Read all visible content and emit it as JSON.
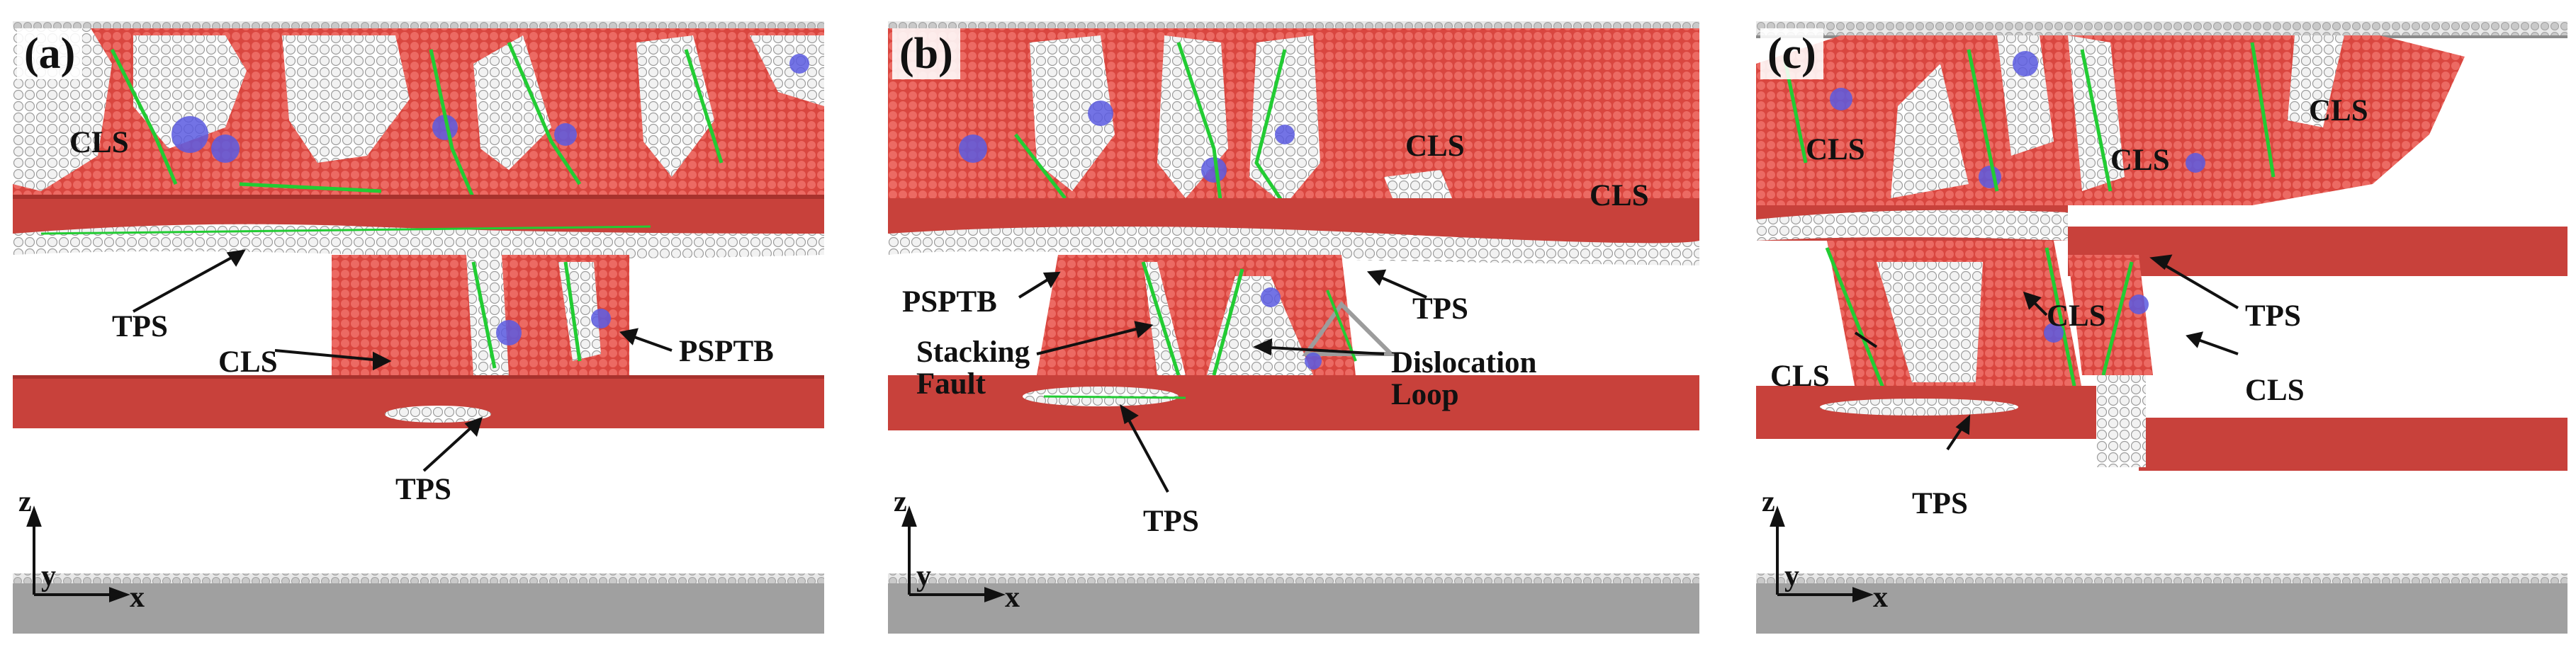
{
  "figure": {
    "panels": [
      {
        "id": "a",
        "label": "(a)",
        "annotations": [
          "CLS",
          "TPS",
          "CLS",
          "PSPTB",
          "TPS"
        ],
        "axes": {
          "z": "z",
          "y": "y",
          "x": "x"
        }
      },
      {
        "id": "b",
        "label": "(b)",
        "annotations": [
          "CLS",
          "CLS",
          "PSPTB",
          "TPS",
          "Stacking\nFault",
          "Dislocation\nLoop",
          "TPS"
        ],
        "axes": {
          "z": "z",
          "y": "y",
          "x": "x"
        }
      },
      {
        "id": "c",
        "label": "(c)",
        "annotations": [
          "CLS",
          "CLS",
          "CLS",
          "CLS",
          "TPS",
          "CLS",
          "CLS",
          "TPS"
        ],
        "axes": {
          "z": "z",
          "y": "y",
          "x": "x"
        }
      }
    ],
    "colors": {
      "fcc_red": "#e0554f",
      "dark_red": "#c23a36",
      "grey_atom": "#c8c8c8",
      "grey_plate": "#9a9a9a",
      "blue_atom": "#5a5ae0",
      "green_line": "#22cc33",
      "arrow": "#111111"
    }
  }
}
